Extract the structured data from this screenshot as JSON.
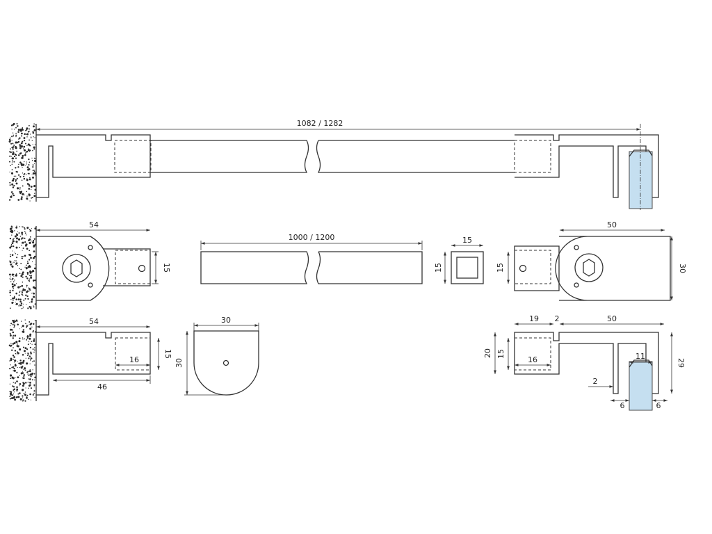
{
  "colors": {
    "line": "#333333",
    "glass": "#c5dff0",
    "wall_speckle": "#2a2a2a",
    "background": "#ffffff"
  },
  "dims": {
    "total_length": "1082 / 1282",
    "bar_length": "1000 / 1200",
    "wall_bracket_width": "54",
    "wall_bracket_height": "15",
    "tube_size_w": "15",
    "tube_size_h": "15",
    "glass_bracket_width": "50",
    "glass_bracket_depth": "30",
    "glass_bracket_height": "15",
    "side_bracket_width": "54",
    "side_bracket_height": "15",
    "side_socket_depth": "16",
    "side_bracket_reach": "46",
    "endcap_width": "30",
    "endcap_height": "30",
    "clamp_socket": "19",
    "clamp_gap": "2",
    "clamp_width": "50",
    "clamp_left_h": "20",
    "clamp_inner_h": "15",
    "clamp_socket_depth": "16",
    "clamp_glass": "11",
    "clamp_height": "29",
    "clamp_lip": "2",
    "clamp_left_pad": "6",
    "clamp_right_pad": "6"
  }
}
